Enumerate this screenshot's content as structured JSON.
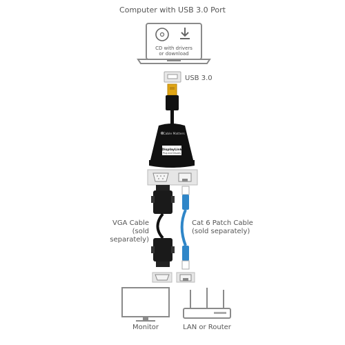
{
  "title": "Computer with USB 3.0 Port",
  "laptop": {
    "cd_caption_line1": "CD with drivers",
    "cd_caption_line2": "or download"
  },
  "usb_label": "USB 3.0",
  "adapter": {
    "brand": "Cable Matters",
    "badge_line1": "DisplayLink",
    "badge_line2": "Plug and Display"
  },
  "vga_cable": {
    "line1": "VGA Cable",
    "line2": "(sold separately)"
  },
  "cat6_cable": {
    "line1": "Cat 6 Patch Cable",
    "line2": "(sold separately)"
  },
  "monitor_label": "Monitor",
  "lan_label": "LAN or Router",
  "colors": {
    "line": "#8a8a8a",
    "adapter": "#111111",
    "ethernet_cable": "#2f86c8",
    "vga_connector": "#1a1a1a"
  }
}
